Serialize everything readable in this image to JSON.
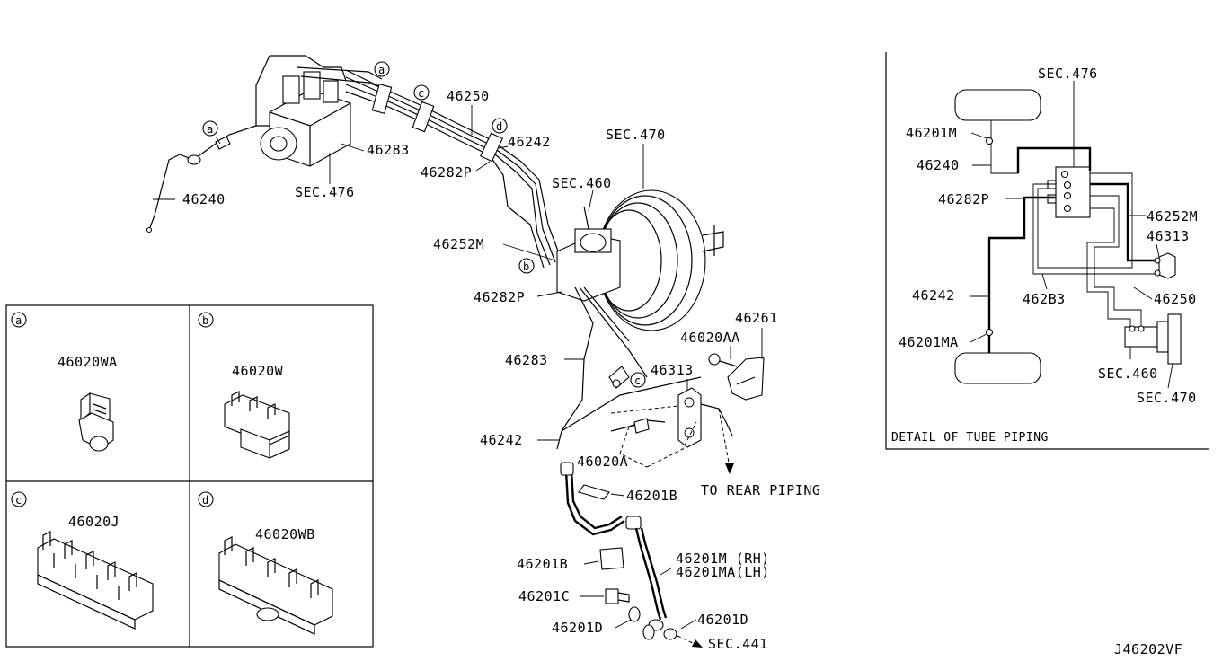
{
  "labels": {
    "p46240": "46240",
    "p46283_top": "46283",
    "sec476": "SEC.476",
    "p46250": "46250",
    "p46242_top": "46242",
    "p46282P_top": "46282P",
    "sec470": "SEC.470",
    "sec460": "SEC.460",
    "p46252M": "46252M",
    "p46282P_mid": "46282P",
    "p46283_mid": "46283",
    "p46242_mid": "46242",
    "p46261": "46261",
    "p46020AA": "46020AA",
    "p46313": "46313",
    "p46020A": "46020A",
    "to_rear": "TO REAR PIPING",
    "p46201B_1": "46201B",
    "p46201B_2": "46201B",
    "p46201M": "46201M (RH)",
    "p46201MA": "46201MA(LH)",
    "p46201C": "46201C",
    "p46201D_1": "46201D",
    "p46201D_2": "46201D",
    "sec441": "SEC.441",
    "diagram_code": "J46202VF"
  },
  "markers": {
    "a": "a",
    "b": "b",
    "c": "c",
    "d": "d"
  },
  "clips": {
    "a": {
      "marker": "a",
      "part": "46020WA"
    },
    "b": {
      "marker": "b",
      "part": "46020W"
    },
    "c": {
      "marker": "c",
      "part": "46020J"
    },
    "d": {
      "marker": "d",
      "part": "46020WB"
    }
  },
  "detail": {
    "title": "DETAIL OF TUBE PIPING",
    "sec476": "SEC.476",
    "p46201M": "46201M",
    "p46240": "46240",
    "p46282P": "46282P",
    "p46252M": "46252M",
    "p46313": "46313",
    "p46242": "46242",
    "p46283": "462B3",
    "p46250": "46250",
    "p46201MA": "46201MA",
    "sec460": "SEC.460",
    "sec470": "SEC.470"
  }
}
